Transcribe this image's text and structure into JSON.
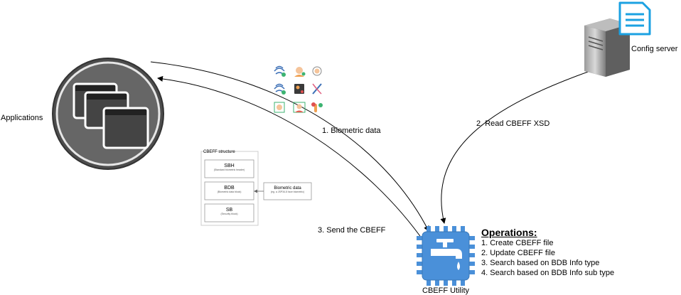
{
  "nodes": {
    "applications": "Applications",
    "config_server": "Config server",
    "cbeff_utility": "CBEFF Utility"
  },
  "edges": {
    "step1": "1. Biometric data",
    "step2": "2. Read CBEFF XSD",
    "step3": "3. Send the CBEFF"
  },
  "operations": {
    "title": "Operations:",
    "items": [
      "1. Create CBEFF file",
      "2. Update CBEFF file",
      "3. Search based on BDB Info type",
      "4. Search based on BDB Info sub type"
    ]
  },
  "cbeff_structure": {
    "title": "CBEFF structure",
    "blocks": [
      {
        "label": "SBH",
        "sub": "(Standard biometric header)"
      },
      {
        "label": "BDB",
        "sub": "(Biometric data block)"
      },
      {
        "label": "SB",
        "sub": "(Security block)"
      }
    ],
    "input": {
      "label": "Biometric data",
      "sub": "(eg. a JSP34-5 face biometric)"
    }
  },
  "biometric_icons": [
    "fingerprint-ok-icon",
    "face-scan-icon",
    "face-target-icon",
    "fingerprint-scan-icon",
    "id-card-icon",
    "dna-scan-icon",
    "face-frame-icon",
    "face-recognition-icon",
    "touch-id-icon"
  ]
}
